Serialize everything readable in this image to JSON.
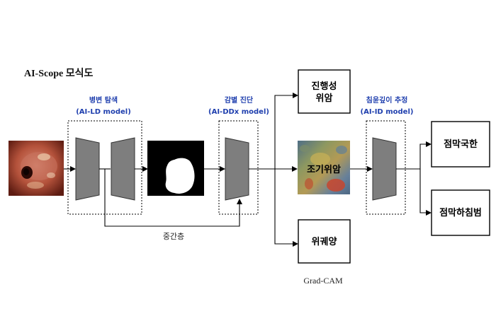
{
  "title": "AI-Scope 모식도",
  "models": {
    "ld": {
      "name": "병변 탐색",
      "code": "(AI-LD model)"
    },
    "ddx": {
      "name": "감별 진단",
      "code": "(AI-DDx model)"
    },
    "id": {
      "name": "침윤깊이 추정",
      "code": "(AI-ID model)"
    }
  },
  "nodes": {
    "advanced_line1": "진행성",
    "advanced_line2": "위암",
    "early": "조기위암",
    "ulcer": "위궤양",
    "mucosa": "점막국한",
    "submucosa": "점막하침범"
  },
  "labels": {
    "intermediate": "중간층",
    "gradcam": "Grad-CAM"
  },
  "colors": {
    "model_label": "#1f3fae",
    "network_block": "#7e7e7e"
  }
}
